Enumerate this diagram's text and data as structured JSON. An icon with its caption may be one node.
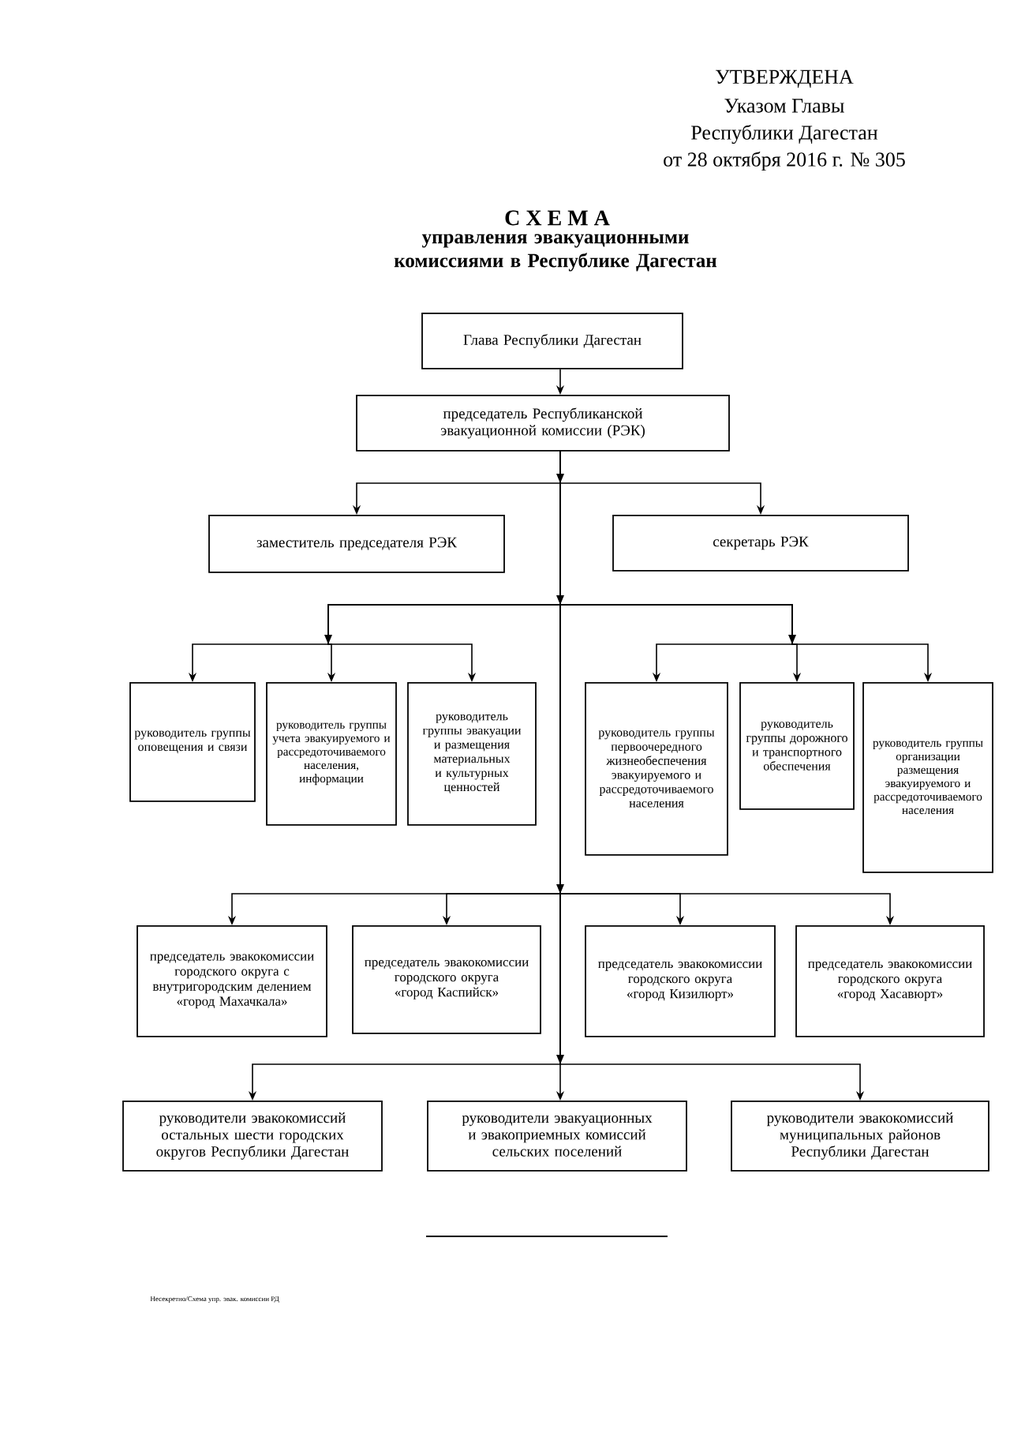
{
  "diagram": {
    "title": "С Х Е М А",
    "nodes": [
      {
        "text": [
          "Глава Республики Дагестан"
        ]
      },
      {
        "text": [
          "председатель Республиканской эвакуационной комиссии (РЭК)"
        ]
      },
      {
        "text": [
          "заместитель председателя РЭК"
        ]
      },
      {
        "text": [
          "секретарь РЭК"
        ]
      },
      {
        "text": [
          "руководитель группы оповещения и связи"
        ]
      },
      {
        "text": [
          "руководитель группы учета эвакуируемого и рассредоточиваемого населения, информации"
        ]
      },
      {
        "text": [
          "руководитель группы эвакуации и размещения материальных и культурных ценностей"
        ]
      },
      {
        "text": [
          "руководитель группы первоочередного жизнеобеспечения эвакуируемого и рассредоточиваемого населения"
        ]
      },
      {
        "text": [
          "руководитель группы дорожного и транспортного обеспечения"
        ]
      },
      {
        "text": [
          "руководитель группы организации размещения эвакуируемого и рассредоточиваемого населения"
        ]
      },
      {
        "text": [
          "председатель эвакокомиссии городского округа с внутригородским делением «город Махачкала»"
        ]
      },
      {
        "text": [
          "председатель эвакокомиссии городского округа «город Каспийск»"
        ]
      },
      {
        "text": [
          "председатель эвакокомиссии городского округа «город Кизилюрт»"
        ]
      },
      {
        "text": [
          "председатель эвакокомиссии городского округа «город Хасавюрт»"
        ]
      },
      {
        "text": [
          "руководители эвакокомиссий остальных шести городских округов Республики Дагестан"
        ]
      },
      {
        "text": [
          "руководители эвакуационных и эвакоприемных комиссий сельских поселений"
        ]
      },
      {
        "text": [
          "руководители эвакокомиссий муниципальных районов Республики Дагестан"
        ]
      }
    ],
    "edges": [
      {
        "from": 0,
        "to": 1,
        "arrow": "to"
      },
      {
        "from": 1,
        "to": 2,
        "arrow": "to"
      },
      {
        "from": 1,
        "to": 3,
        "arrow": "to"
      },
      {
        "from": 1,
        "to": 4,
        "arrow": "to"
      },
      {
        "from": 1,
        "to": 5,
        "arrow": "to"
      },
      {
        "from": 1,
        "to": 6,
        "arrow": "to"
      },
      {
        "from": 1,
        "to": 7,
        "arrow": "to"
      },
      {
        "from": 1,
        "to": 8,
        "arrow": "to"
      },
      {
        "from": 1,
        "to": 9,
        "arrow": "to"
      },
      {
        "from": 1,
        "to": 10,
        "arrow": "to"
      },
      {
        "from": 1,
        "to": 11,
        "arrow": "to"
      },
      {
        "from": 1,
        "to": 12,
        "arrow": "to"
      },
      {
        "from": 1,
        "to": 13,
        "arrow": "to"
      },
      {
        "from": 1,
        "to": 14,
        "arrow": "to"
      },
      {
        "from": 1,
        "to": 15,
        "arrow": "to"
      },
      {
        "from": 1,
        "to": 16,
        "arrow": "to"
      }
    ],
    "labels": [
      "УТВЕРЖДЕНА",
      "Указом Главы",
      "Республики Дагестан",
      "от 28 октября 2016 г. № 305",
      "управления эвакуационными комиссиями в Республике Дагестан",
      "Несекретно/Схема упр. эвак. комиссии РД"
    ]
  }
}
